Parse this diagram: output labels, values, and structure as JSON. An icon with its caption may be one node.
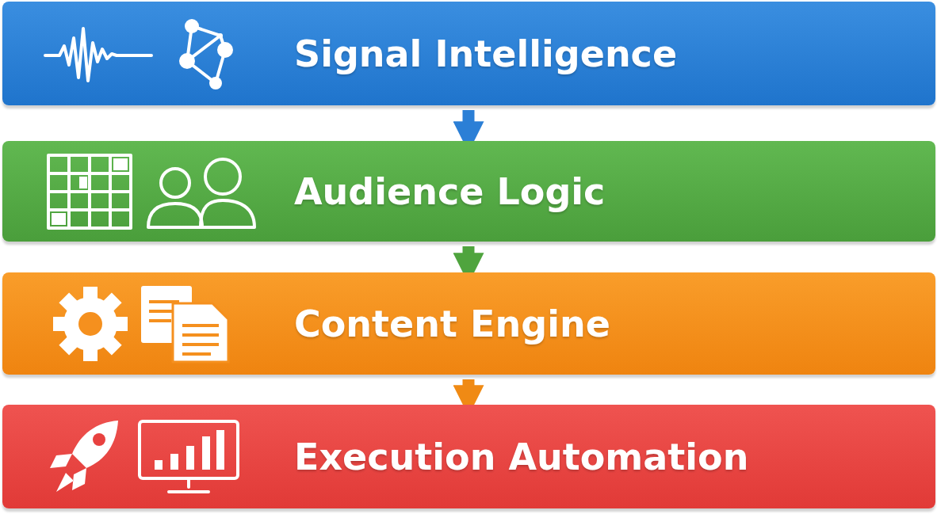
{
  "diagram": {
    "nodes": [
      {
        "text": [
          "Signal Intelligence"
        ]
      },
      {
        "text": [
          "Audience Logic"
        ]
      },
      {
        "text": [
          "Content Engine"
        ]
      },
      {
        "text": [
          "Execution Automation"
        ]
      }
    ],
    "edges": [
      {
        "from": 0,
        "to": 1,
        "arrow": "to",
        "color": "#2b7fd6"
      },
      {
        "from": 1,
        "to": 2,
        "arrow": "to",
        "color": "#4fa43e"
      },
      {
        "from": 2,
        "to": 3,
        "arrow": "to",
        "color": "#f08a14"
      }
    ]
  }
}
